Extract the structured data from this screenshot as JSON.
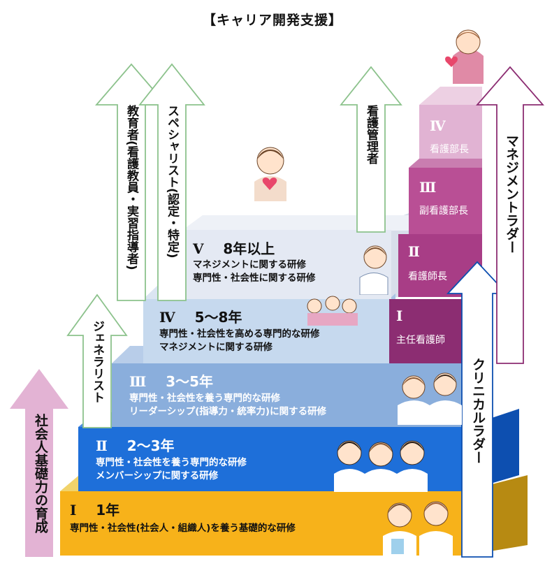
{
  "title": "【キャリア開発支援】",
  "left_arrow": {
    "label": "社会人基礎力の育成"
  },
  "career_arrows": {
    "generalist": "ジェネラリスト",
    "educator": "教育者(看護教員・実習指導者)",
    "specialist": "スペシャリスト(認定・特定)",
    "nurse_manager": "看護管理者"
  },
  "ladders": {
    "clinical": "クリニカルラダー",
    "management": "マネジメントラダー"
  },
  "steps": [
    {
      "level": "Ⅰ",
      "years": "1年",
      "lines": [
        "専門性・社会性(社会人・組織人)を養う基礎的な研修"
      ]
    },
    {
      "level": "Ⅱ",
      "years": "2～3年",
      "lines": [
        "専門性・社会性を養う専門的な研修",
        "メンバーシップに関する研修"
      ]
    },
    {
      "level": "Ⅲ",
      "years": "3～5年",
      "lines": [
        "専門性・社会性を養う専門的な研修",
        "リーダーシップ(指導力・統率力)に関する研修"
      ]
    },
    {
      "level": "Ⅳ",
      "years": "5～8年",
      "lines": [
        "専門性・社会性を高める専門的な研修",
        "マネジメントに関する研修"
      ]
    },
    {
      "level": "Ⅴ",
      "years": "8年以上",
      "lines": [
        "マネジメントに関する研修",
        "専門性・社会性に関する研修"
      ]
    }
  ],
  "management_levels": [
    {
      "level": "Ⅰ",
      "title": "主任看護師"
    },
    {
      "level": "Ⅱ",
      "title": "看護師長"
    },
    {
      "level": "Ⅲ",
      "title": "副看護部長"
    },
    {
      "level": "Ⅳ",
      "title": "看護部長"
    }
  ],
  "colors": {
    "step1": "#f7b21a",
    "step2": "#1e6fd9",
    "step3": "#8aaedc",
    "step4": "#c6d9ee",
    "step5": "#e4e9f3",
    "mgmt1": "#8c2d72",
    "mgmt2": "#a83d86",
    "mgmt3": "#c1579e",
    "mgmt4": "#e1b3d3",
    "pink_arrow": "#e3b3d4",
    "green_outline": "#8cc28c"
  }
}
